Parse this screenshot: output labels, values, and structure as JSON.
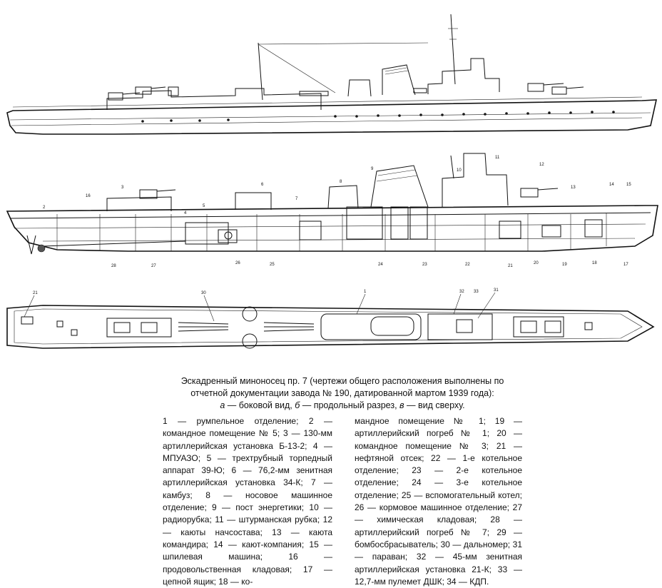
{
  "callouts": {
    "profile": [
      "28",
      "27",
      "26",
      "25",
      "24",
      "23",
      "22",
      "21",
      "20",
      "19",
      "18",
      "17",
      "2",
      "3",
      "4",
      "5",
      "6",
      "7",
      "8",
      "9",
      "10",
      "11",
      "12",
      "13",
      "14",
      "15",
      "16"
    ],
    "plan": [
      "21",
      "30",
      "1",
      "32",
      "33",
      "31"
    ]
  },
  "caption": {
    "line1": "Эскадренный миноносец пр. 7 (чертежи общего расположения выполнены по",
    "line2": "отчетной документации завода № 190, датированной мартом 1939 года):",
    "a": "а",
    "a_text": " — боковой вид, ",
    "b": "б",
    "b_text": " — продольный разрез, ",
    "v": "в",
    "v_text": " — вид сверху."
  },
  "legend": {
    "left": "1 — румпельное отделение; 2 — командное помещение № 5; 3 — 130-мм артиллерийская установка Б-13-2; 4 — МПУАЗО; 5 — трехтрубный торпедный аппарат 39-Ю; 6 — 76,2-мм зенитная артиллерийская установка 34-К; 7 — камбуз; 8 — носовое машинное отделение; 9 — пост энергетики; 10 — радиорубка; 11 — штурманская рубка; 12 — каюты начсостава; 13 — каюта командира; 14 — кают-компания; 15 — шпилевая машина; 16 — продовольственная кладовая; 17 — цепной ящик; 18 — ко-",
    "right": "мандное помещение № 1; 19 — артиллерийский погреб № 1; 20 — командное помещение № 3; 21 — нефтяной отсек; 22 — 1-е котельное отделение; 23 — 2-е котельное отделение; 24 — 3-е котельное отделение; 25 — вспомогательный котел; 26 — кормовое машинное отделение; 27 — химическая кладовая; 28 — артиллерийский погреб № 7; 29 — бомбосбрасыватель; 30 — дальномер; 31 — параван; 32 — 45-мм зенитная артиллерийская установка 21-К; 33 — 12,7-мм пулемет ДШК; 34 — КДП."
  }
}
